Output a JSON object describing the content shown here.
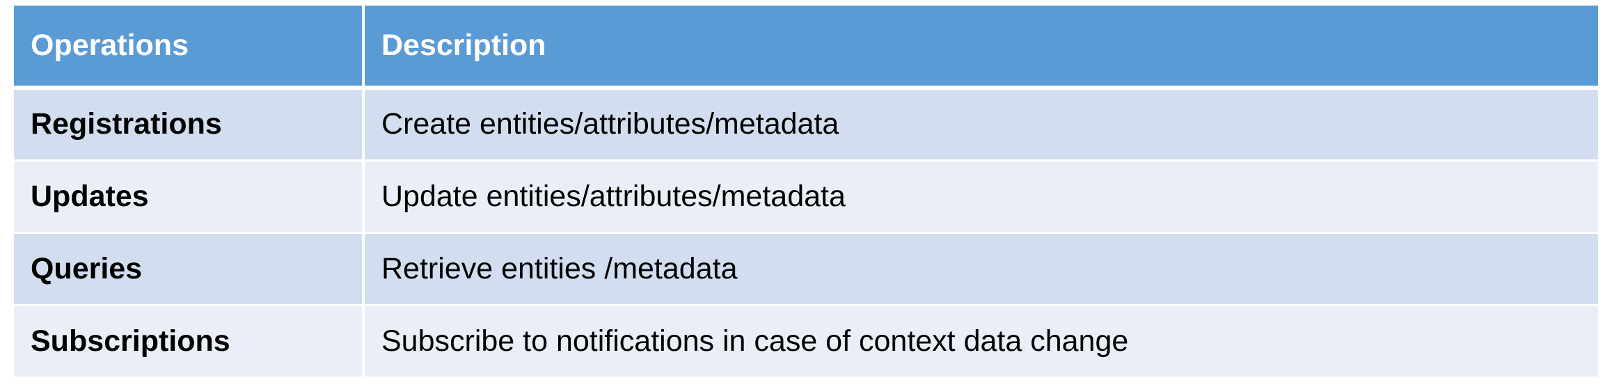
{
  "table": {
    "headers": [
      "Operations",
      "Description"
    ],
    "rows": [
      {
        "operation": "Registrations",
        "description": "Create entities/attributes/metadata"
      },
      {
        "operation": "Updates",
        "description": "Update entities/attributes/metadata"
      },
      {
        "operation": "Queries",
        "description": "Retrieve entities /metadata"
      },
      {
        "operation": "Subscriptions",
        "description": "Subscribe to notifications in case of context data change"
      }
    ]
  },
  "colors": {
    "header_bg": "#5b9bd5",
    "row_odd_bg": "#d2deef",
    "row_even_bg": "#eaeff7",
    "header_text": "#ffffff",
    "body_text": "#000000"
  }
}
